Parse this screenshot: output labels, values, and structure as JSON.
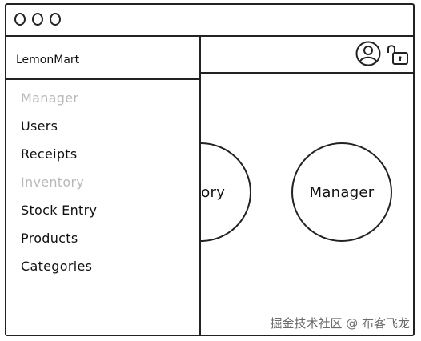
{
  "app": {
    "brand": "LemonMart"
  },
  "window_controls": [
    "close",
    "minimize",
    "maximize"
  ],
  "toolbar": {
    "avatar_icon": "user-avatar-icon",
    "lock_icon": "unlocked-padlock-icon"
  },
  "sidenav": {
    "items": [
      {
        "label": "Manager",
        "type": "header"
      },
      {
        "label": "Users",
        "type": "link"
      },
      {
        "label": "Receipts",
        "type": "link"
      },
      {
        "label": "Inventory",
        "type": "header"
      },
      {
        "label": "Stock Entry",
        "type": "link"
      },
      {
        "label": "Products",
        "type": "link"
      },
      {
        "label": "Categories",
        "type": "link"
      }
    ]
  },
  "main": {
    "tiles": [
      {
        "label": "entory"
      },
      {
        "label": "Manager"
      }
    ]
  },
  "watermark": "掘金技术社区 @ 布客飞龙",
  "colors": {
    "stroke": "#222222",
    "header_text": "#b8b8b8",
    "text": "#111111"
  }
}
